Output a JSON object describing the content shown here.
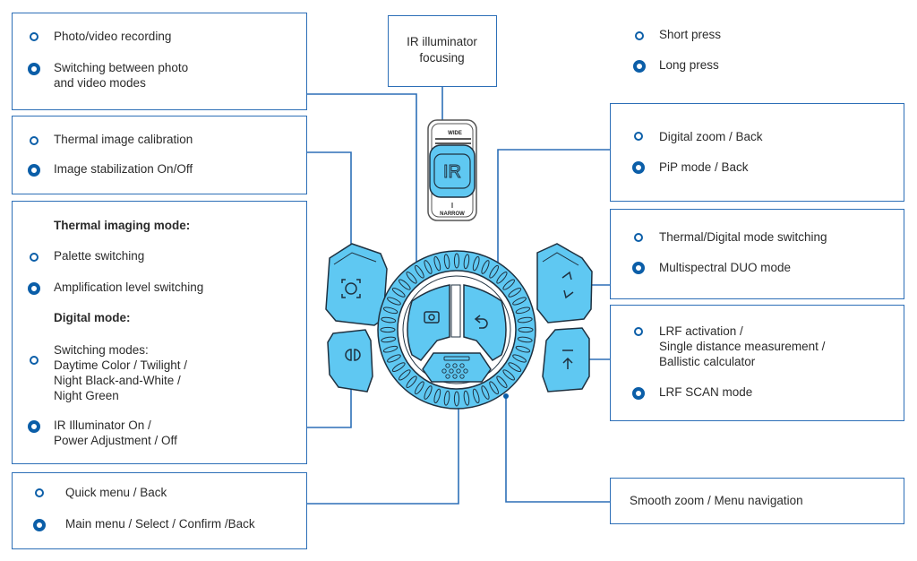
{
  "legend": {
    "short_press": "Short press",
    "long_press": "Long press"
  },
  "colors": {
    "accent": "#0b5ea8",
    "box_border": "#2d6fb7",
    "button_fill": "#5fc8f2",
    "outline": "#1f3140"
  },
  "callouts": {
    "photo": {
      "short": "Photo/video recording",
      "long_line1": "Switching between photo",
      "long_line2": "and video modes"
    },
    "calibration": {
      "short": "Thermal image calibration",
      "long": "Image stabilization On/Off"
    },
    "modes": {
      "thermal_heading": "Thermal imaging mode:",
      "thermal_short": "Palette switching",
      "thermal_long": "Amplification level switching",
      "digital_heading": "Digital mode:",
      "digital_short_line1": "Switching modes:",
      "digital_short_line2": "Daytime Color / Twilight /",
      "digital_short_line3": "Night Black-and-White /",
      "digital_short_line4": "Night Green",
      "digital_long_line1": "IR Illuminator On /",
      "digital_long_line2": "Power Adjustment / Off"
    },
    "menu": {
      "short": "Quick menu / Back",
      "long": "Main menu / Select / Confirm /Back"
    },
    "ir_focus": {
      "line1": "IR illuminator",
      "line2": "focusing"
    },
    "zoom": {
      "short": "Digital zoom / Back",
      "long": "PiP mode / Back"
    },
    "duo": {
      "short": "Thermal/Digital mode switching",
      "long": "Multispectral DUO mode"
    },
    "lrf": {
      "short_line1": "LRF activation /",
      "short_line2": "Single distance measurement /",
      "short_line3": "Ballistic calculator",
      "long": "LRF SCAN mode"
    },
    "wheel": {
      "label": "Smooth zoom / Menu navigation"
    }
  },
  "device": {
    "ir_top_label": "WIDE",
    "ir_bottom_label": "NARROW",
    "ir_button_label": "IR"
  }
}
